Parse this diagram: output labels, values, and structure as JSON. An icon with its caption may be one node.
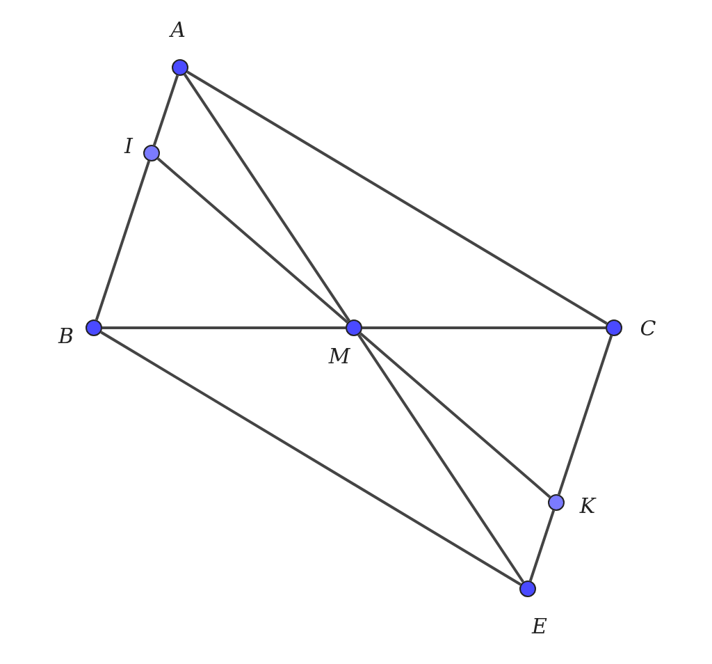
{
  "diagram": {
    "nodes": [
      {
        "text": [
          "A"
        ]
      },
      {
        "text": [
          "I"
        ]
      },
      {
        "text": [
          "B"
        ]
      },
      {
        "text": [
          "M"
        ]
      },
      {
        "text": [
          "C"
        ]
      },
      {
        "text": [
          "K"
        ]
      },
      {
        "text": [
          "E"
        ]
      }
    ],
    "edges": [
      {
        "from": 0,
        "to": 1,
        "arrow": "none"
      },
      {
        "from": 1,
        "to": 2,
        "arrow": "none"
      },
      {
        "from": 0,
        "to": 4,
        "arrow": "none"
      },
      {
        "from": 0,
        "to": 3,
        "arrow": "none"
      },
      {
        "from": 1,
        "to": 3,
        "arrow": "none"
      },
      {
        "from": 2,
        "to": 3,
        "arrow": "none"
      },
      {
        "from": 3,
        "to": 4,
        "arrow": "none"
      },
      {
        "from": 2,
        "to": 6,
        "arrow": "none"
      },
      {
        "from": 3,
        "to": 6,
        "arrow": "none"
      },
      {
        "from": 3,
        "to": 5,
        "arrow": "none"
      },
      {
        "from": 4,
        "to": 5,
        "arrow": "none"
      },
      {
        "from": 5,
        "to": 6,
        "arrow": "none"
      }
    ]
  }
}
